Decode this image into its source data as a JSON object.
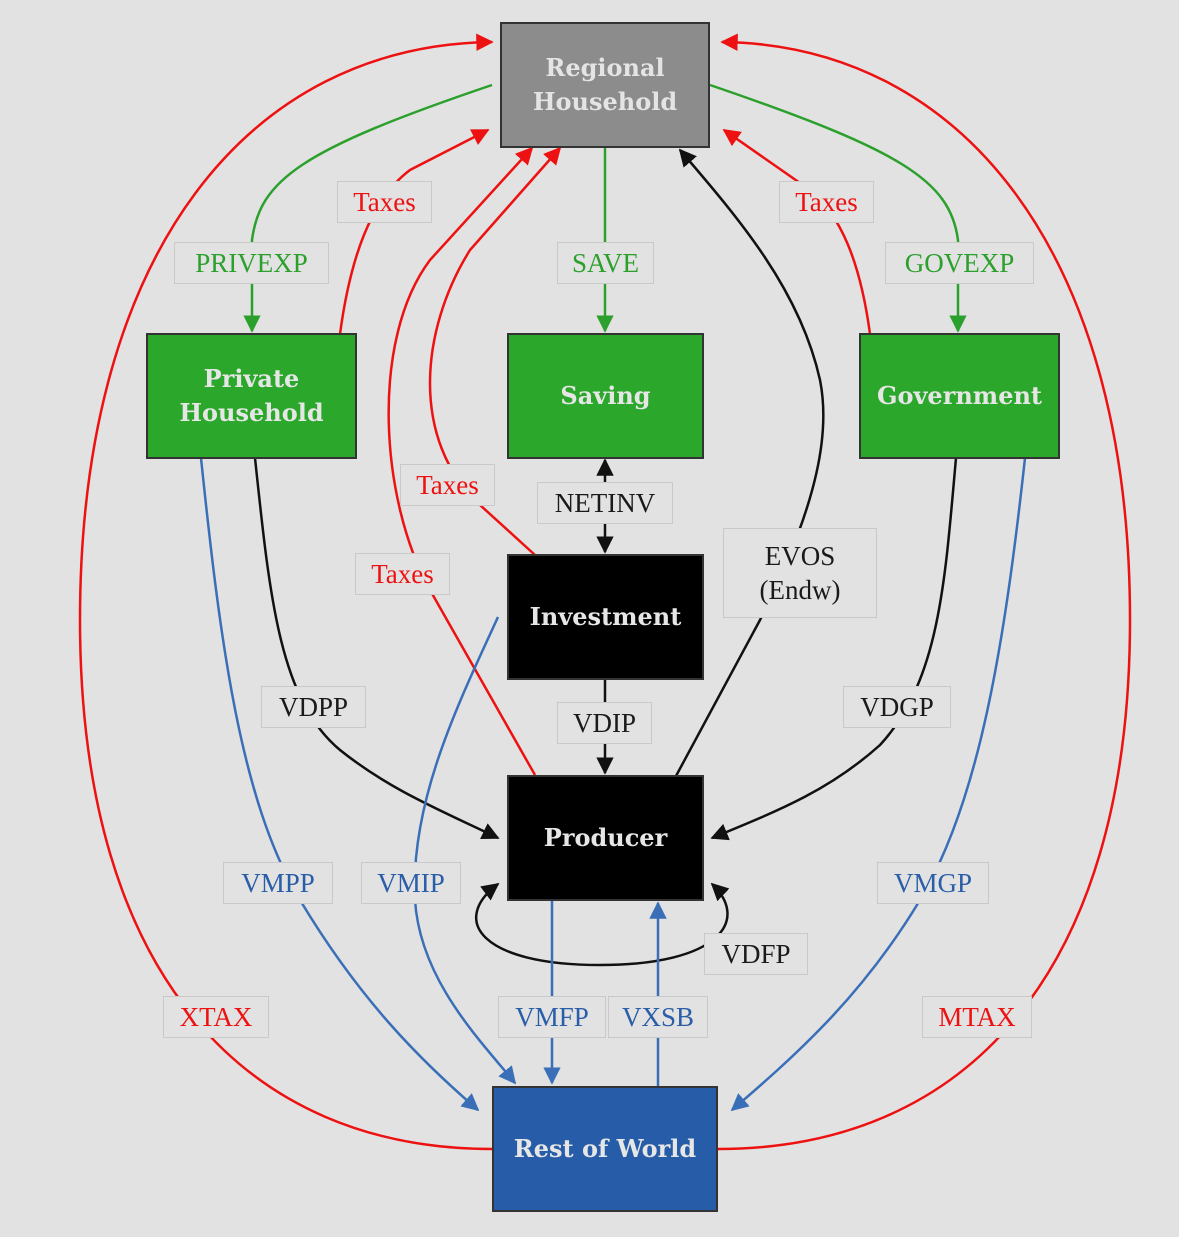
{
  "colors": {
    "background": "#e2e2e2",
    "tax_flow": "#ee1111",
    "expenditure_flow": "#2ca02c",
    "import_flow": "#3a6fb8",
    "domestic_flow": "#111111",
    "regional_household": "#8c8c8c",
    "agent": "#2ba82b",
    "producer": "#000000",
    "rest_of_world": "#265ca8"
  },
  "nodes": {
    "regional_household": "Regional\nHousehold",
    "private_household": "Private\nHousehold",
    "saving": "Saving",
    "government": "Government",
    "investment": "Investment",
    "producer": "Producer",
    "rest_of_world": "Rest of World"
  },
  "labels": {
    "privexp": "PRIVEXP",
    "save": "SAVE",
    "govexp": "GOVEXP",
    "taxes_private": "Taxes",
    "taxes_government": "Taxes",
    "taxes_investment": "Taxes",
    "taxes_producer": "Taxes",
    "netinv": "NETINV",
    "evos": "EVOS\n(Endw)",
    "vdpp": "VDPP",
    "vdip": "VDIP",
    "vdgp": "VDGP",
    "vdfp": "VDFP",
    "vmpp": "VMPP",
    "vmip": "VMIP",
    "vmgp": "VMGP",
    "vmfp": "VMFP",
    "vxsb": "VXSB",
    "xtax": "XTAX",
    "mtax": "MTAX"
  }
}
